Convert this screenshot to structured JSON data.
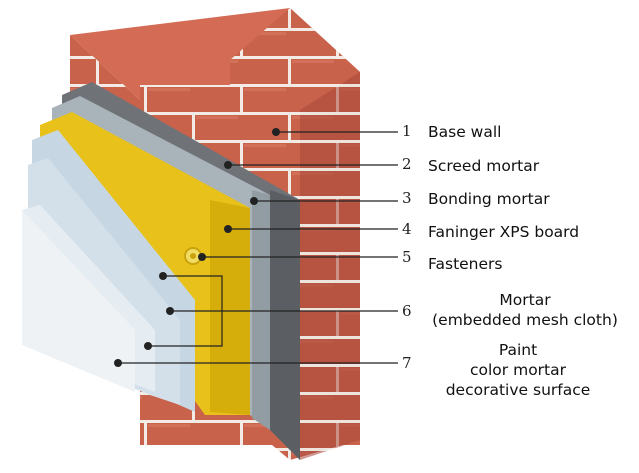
{
  "labels": [
    {
      "number": "1",
      "text": "Base wall"
    },
    {
      "number": "2",
      "text": "Screed mortar"
    },
    {
      "number": "3",
      "text": "Bonding mortar"
    },
    {
      "number": "4",
      "text": "Faninger XPS board"
    },
    {
      "number": "5",
      "text": "Fasteners"
    },
    {
      "number": "6",
      "lines": [
        "Mortar",
        "(embedded mesh cloth)"
      ]
    },
    {
      "number": "7",
      "lines": [
        "Paint",
        "color mortar",
        "decorative surface"
      ]
    }
  ],
  "colors": {
    "brick": "#c9624a",
    "mortar_joint": "#f3ece6",
    "screed": "#6f7378",
    "bonding": "#a9b3ba",
    "xps": "#e8c21a",
    "mesh_mortar": "#c6d6e2",
    "paint": "#e6edf2",
    "leader": "#222222"
  }
}
